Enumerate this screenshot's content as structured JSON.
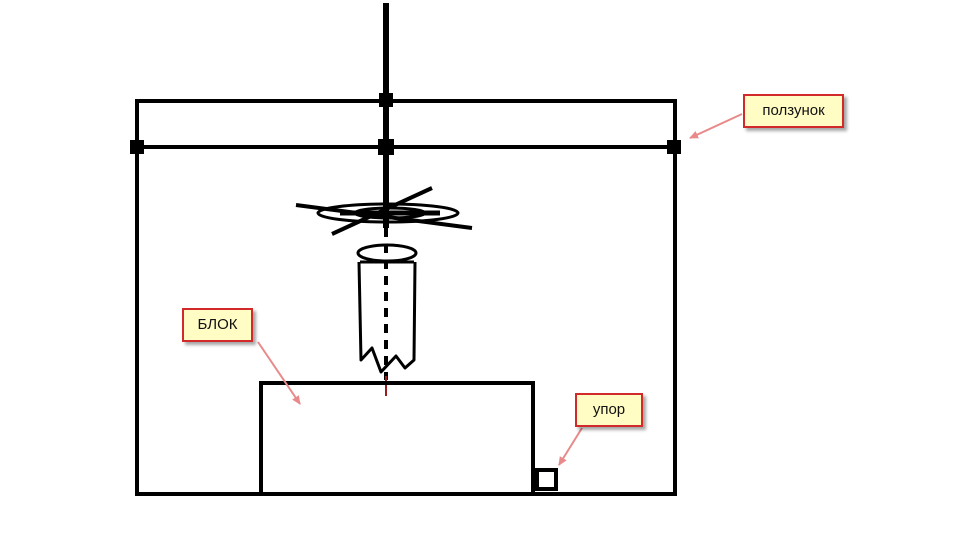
{
  "colors": {
    "line": "#000000",
    "callout_fill": "#fffcc4",
    "callout_border": "#d22a2a",
    "pointer": "#e88a8a",
    "drill_tip": "#9b1c1c"
  },
  "labels": {
    "slider": "ползунок",
    "block": "БЛОК",
    "stop": "упор"
  }
}
